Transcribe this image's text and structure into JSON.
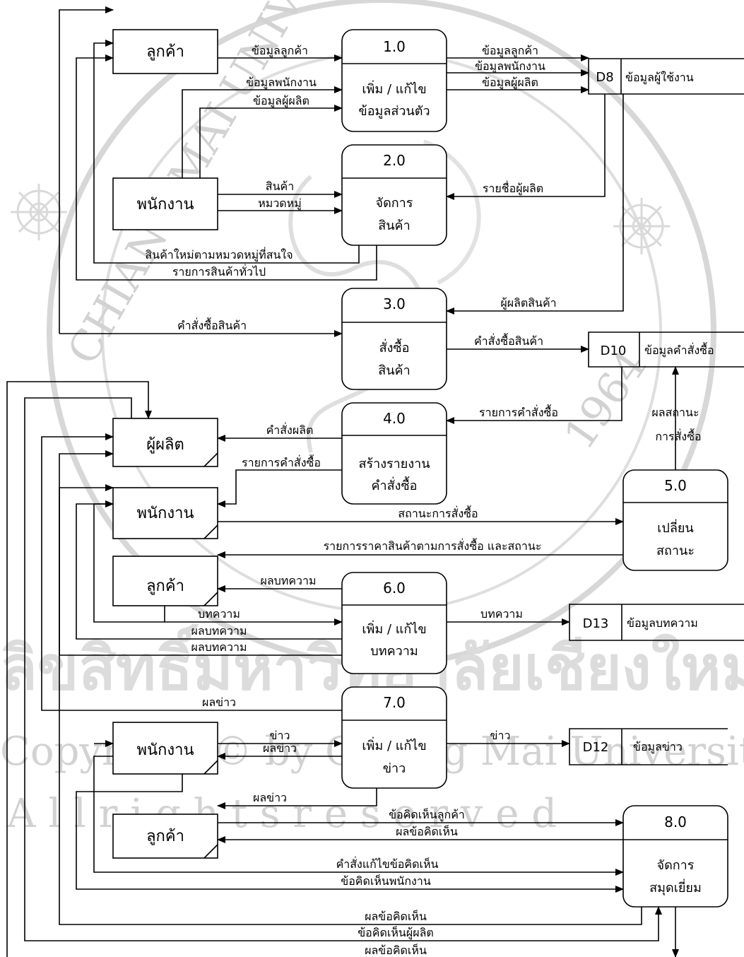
{
  "entities": {
    "customer": "ลูกค้า",
    "staff": "พนักงาน",
    "producer": "ผู้ผลิต"
  },
  "processes": {
    "p1": {
      "num": "1.0",
      "line1": "เพิ่ม / แก้ไข",
      "line2": "ข้อมูลส่วนตัว"
    },
    "p2": {
      "num": "2.0",
      "line1": "จัดการ",
      "line2": "สินค้า"
    },
    "p3": {
      "num": "3.0",
      "line1": "สั่งซื้อ",
      "line2": "สินค้า"
    },
    "p4": {
      "num": "4.0",
      "line1": "สร้างรายงาน",
      "line2": "คำสั่งซื้อ"
    },
    "p5": {
      "num": "5.0",
      "line1": "เปลี่ยน",
      "line2": "สถานะ"
    },
    "p6": {
      "num": "6.0",
      "line1": "เพิ่ม / แก้ไข",
      "line2": "บทความ"
    },
    "p7": {
      "num": "7.0",
      "line1": "เพิ่ม / แก้ไข",
      "line2": "ข่าว"
    },
    "p8": {
      "num": "8.0",
      "line1": "จัดการ",
      "line2": "สมุดเยี่ยม"
    }
  },
  "stores": {
    "d8": {
      "id": "D8",
      "name": "ข้อมูลผู้ใช้งาน"
    },
    "d10": {
      "id": "D10",
      "name": "ข้อมูลคำสั่งซื้อ"
    },
    "d13": {
      "id": "D13",
      "name": "ข้อมูลบทความ"
    },
    "d12": {
      "id": "D12",
      "name": "ข้อมูลข่าว"
    }
  },
  "flows": {
    "customer_info": "ข้อมูลลูกค้า",
    "staff_info": "ข้อมูลพนักงาน",
    "producer_info": "ข้อมูลผู้ผลิต",
    "product": "สินค้า",
    "category": "หมวดหมู่",
    "producer_list": "รายชื่อผู้ผลิต",
    "new_products": "สินค้าใหม่ตามหมวดหมู่ที่สนใจ",
    "general_products": "รายการสินค้าทั่วไป",
    "product_producer": "ผู้ผลิตสินค้า",
    "order": "คำสั่งซื้อสินค้า",
    "order_list": "รายการคำสั่งซื้อ",
    "production_order": "คำสั่งผลิต",
    "order_status_result": "ผลสถานะ",
    "order_status_result2": "การสั่งซื้อ",
    "order_status": "สถานะการสั่งซื้อ",
    "price_list_status": "รายการราคาสินค้าตามการสั่งซื้อ และสถานะ",
    "article_result": "ผลบทความ",
    "article": "บทความ",
    "news_result": "ผลข่าว",
    "news": "ข่าว",
    "customer_comment": "ข้อคิดเห็นลูกค้า",
    "comment_result": "ผลข้อคิดเห็น",
    "edit_comment_cmd": "คำสั่งแก้ไขข้อคิดเห็น",
    "staff_comment": "ข้อคิดเห็นพนักงาน",
    "producer_comment": "ข้อคิดเห็นผู้ผลิต"
  },
  "watermark": {
    "thai": "ลิขสิทธิ์มหาวิทยาลัยเชียงใหม่",
    "copyright": "Copyright © by Chiang Mai University",
    "rights": "A l l   r i g h t s   r e s e r v e d",
    "ring_top": "CHIANG MAI UNIVERSITY",
    "year": "1964"
  }
}
